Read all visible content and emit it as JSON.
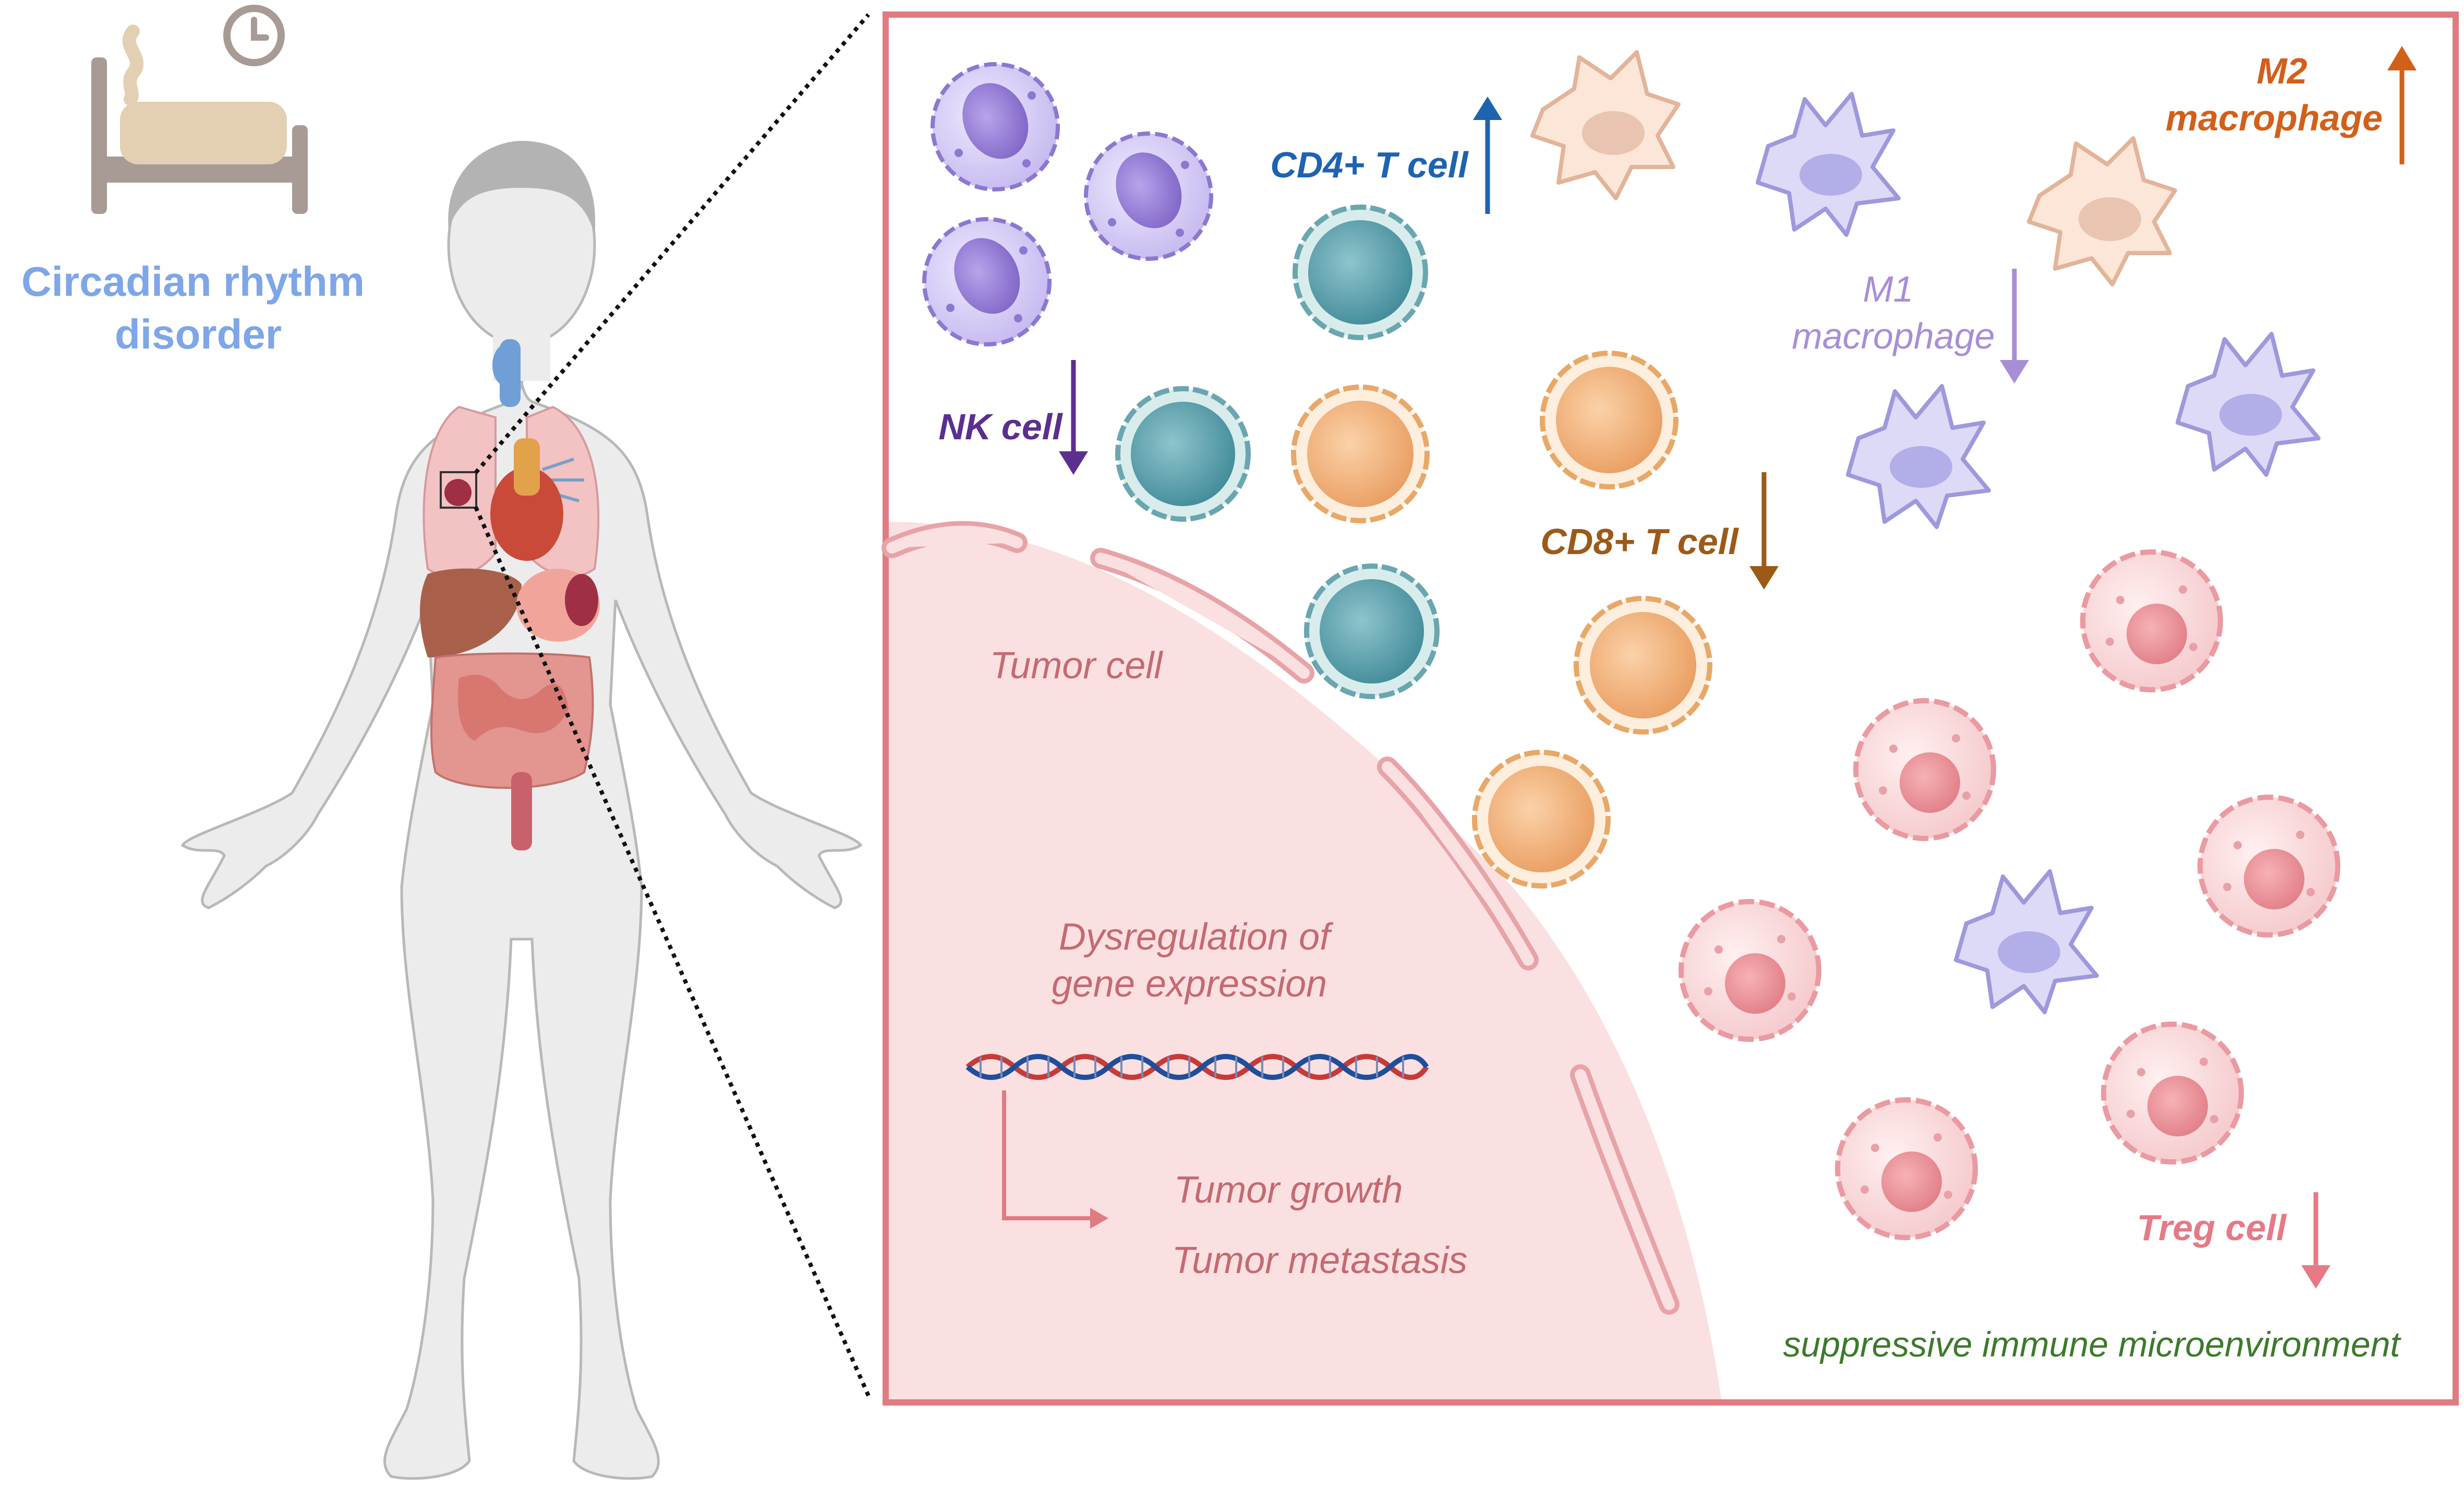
{
  "left_panel": {
    "title_line1": "Circadian rhythm",
    "title_line2": "disorder",
    "icon": "bed-clock-icon",
    "figure": "human-body-with-organs"
  },
  "zoom_panel": {
    "tumor_label": "Tumor cell",
    "dysregulation_line1": "Dysregulation of",
    "dysregulation_line2": "gene expression",
    "outcome_growth": "Tumor growth",
    "outcome_metastasis": "Tumor metastasis",
    "environment_label": "suppressive immune microenvironment"
  },
  "cells": {
    "nk": {
      "label": "NK cell",
      "trend": "down",
      "color": "#5b2f8e"
    },
    "cd4": {
      "label": "CD4+ T cell",
      "trend": "up",
      "color": "#1e63b0"
    },
    "cd8": {
      "label": "CD8+ T cell",
      "trend": "down",
      "color": "#9c5a18"
    },
    "m1": {
      "label_line1": "M1",
      "label_line2": "macrophage",
      "trend": "down",
      "color": "#a88ed6"
    },
    "m2": {
      "label_line1": "M2",
      "label_line2": "macrophage",
      "trend": "up",
      "color": "#d2601a"
    },
    "treg": {
      "label": "Treg cell",
      "trend": "down",
      "color": "#e57a86"
    }
  },
  "colors": {
    "frame": "#e07b82",
    "title": "#7ea6e8",
    "tumor_text": "#c46a72",
    "environment_text": "#3d7a2c"
  }
}
